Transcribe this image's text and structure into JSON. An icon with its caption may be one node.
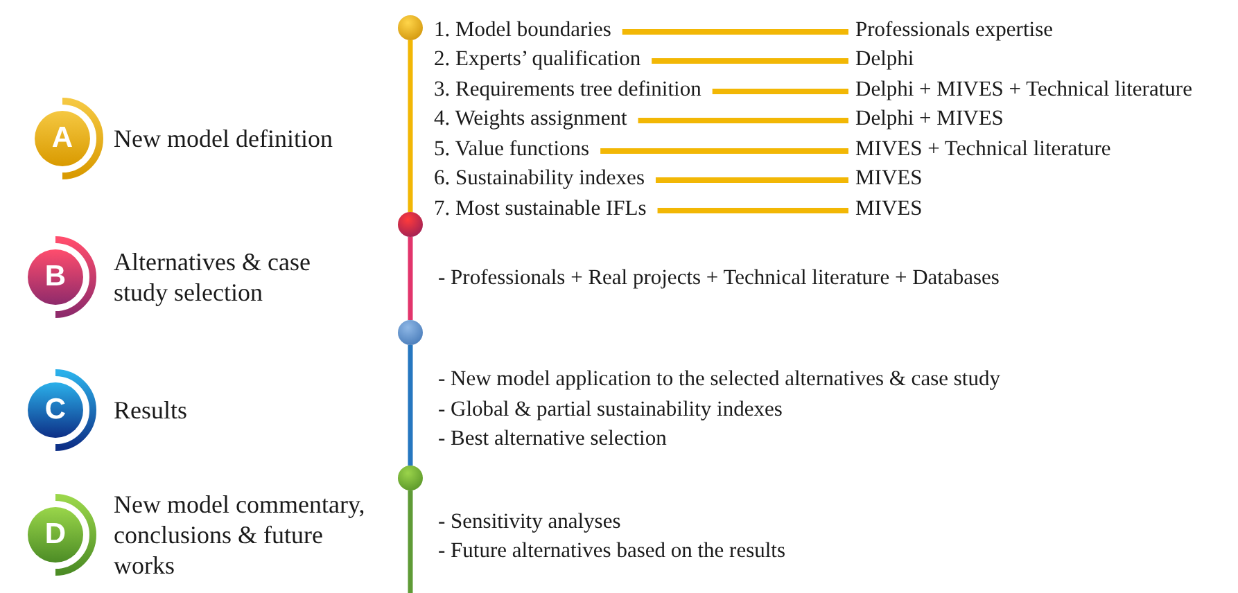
{
  "diagram": {
    "nodes": [
      {
        "text": [
          "A"
        ],
        "beside": [
          "New model definition"
        ]
      },
      {
        "text": [
          "B"
        ],
        "beside": [
          "Alternatives & case study selection"
        ]
      },
      {
        "text": [
          "C"
        ],
        "beside": [
          "Results"
        ]
      },
      {
        "text": [
          "D"
        ],
        "beside": [
          "New model commentary, conclusions & future works"
        ]
      },
      {
        "text": [],
        "shape": "circle"
      },
      {
        "text": [],
        "shape": "circle"
      },
      {
        "text": [],
        "shape": "circle"
      },
      {
        "text": [],
        "shape": "circle"
      },
      {
        "text": [
          "1. Model boundaries"
        ]
      },
      {
        "text": [
          "2. Experts’ qualification"
        ]
      },
      {
        "text": [
          "3. Requirements tree definition"
        ]
      },
      {
        "text": [
          "4. Weights assignment"
        ]
      },
      {
        "text": [
          "5. Value functions"
        ]
      },
      {
        "text": [
          "6. Sustainability indexes"
        ]
      },
      {
        "text": [
          "7. Most sustainable IFLs"
        ]
      },
      {
        "text": [
          "Professionals expertise"
        ]
      },
      {
        "text": [
          "Delphi"
        ]
      },
      {
        "text": [
          "Delphi + MIVES + Technical literature"
        ]
      },
      {
        "text": [
          "Delphi + MIVES"
        ]
      },
      {
        "text": [
          "MIVES + Technical literature"
        ]
      },
      {
        "text": [
          "MIVES"
        ]
      },
      {
        "text": [
          "MIVES"
        ]
      }
    ],
    "edges": [
      {
        "from": 4,
        "to": 5,
        "arrow": "none"
      },
      {
        "from": 5,
        "to": 6,
        "arrow": "none",
        "color": "#e2356c"
      },
      {
        "from": 6,
        "to": 7,
        "arrow": "none",
        "color": "#2677c0"
      },
      {
        "from": 7,
        "to": null,
        "arrow": "none",
        "color": "#5f9b36"
      },
      {
        "from": 8,
        "to": 15,
        "arrow": "none"
      },
      {
        "from": 9,
        "to": 16,
        "arrow": "none"
      },
      {
        "from": 10,
        "to": 17,
        "arrow": "none"
      },
      {
        "from": 11,
        "to": 18,
        "arrow": "none"
      },
      {
        "from": 12,
        "to": 19,
        "arrow": "none"
      },
      {
        "from": 13,
        "to": 20,
        "arrow": "none"
      },
      {
        "from": 14,
        "to": 21,
        "arrow": "none"
      }
    ],
    "labels": [
      "- Professionals + Real projects + Technical literature + Databases",
      "- New model application to the selected alternatives & case study",
      "- Global & partial sustainability indexes",
      "- Best alternative selection",
      "- Sensitivity analyses",
      "- Future alternatives based on the results"
    ]
  }
}
